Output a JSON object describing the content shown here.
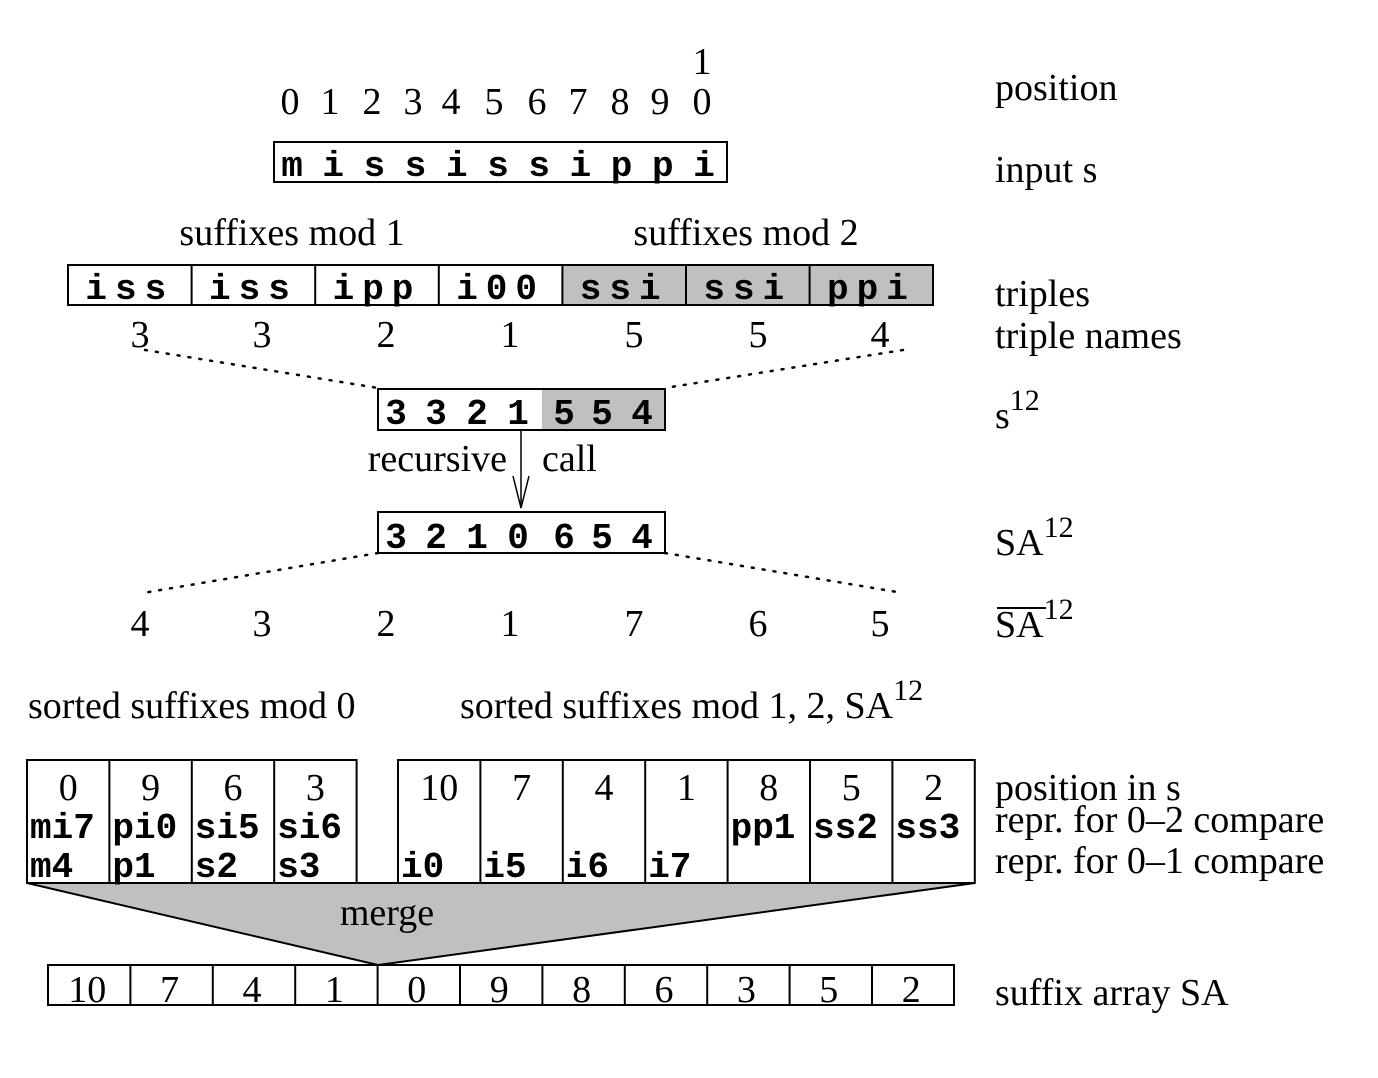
{
  "position": {
    "digits": [
      "0",
      "1",
      "2",
      "3",
      "4",
      "5",
      "6",
      "7",
      "8",
      "9",
      "0"
    ],
    "tens_digit": "1",
    "label": "position"
  },
  "input": {
    "chars": [
      "m",
      "i",
      "s",
      "s",
      "i",
      "s",
      "s",
      "i",
      "p",
      "p",
      "i"
    ],
    "label": "input s"
  },
  "suffix_headers": {
    "mod1": "suffixes mod 1",
    "mod2": "suffixes mod 2"
  },
  "triples": {
    "items": [
      "iss",
      "iss",
      "ipp",
      "i00",
      "ssi",
      "ssi",
      "ppi"
    ],
    "names": [
      "3",
      "3",
      "2",
      "1",
      "5",
      "5",
      "4"
    ],
    "label": "triples",
    "names_label": "triple names"
  },
  "s12": {
    "digits": [
      "3",
      "3",
      "2",
      "1",
      "5",
      "5",
      "4"
    ],
    "label": "s",
    "label_sup": "12"
  },
  "recursion": {
    "left": "recursive",
    "right": "call"
  },
  "sa12": {
    "digits": [
      "3",
      "2",
      "1",
      "0",
      "6",
      "5",
      "4"
    ],
    "label": "SA",
    "label_sup": "12"
  },
  "sa12_bar": {
    "values": [
      "4",
      "3",
      "2",
      "1",
      "7",
      "6",
      "5"
    ],
    "label": "SA",
    "label_sup": "12"
  },
  "sorted_headers": {
    "mod0": "sorted suffixes mod 0",
    "mod12": "sorted suffixes mod 1, 2, SA",
    "mod12_sup": "12"
  },
  "sorted_mod0": [
    {
      "pos": "0",
      "r02": "mi7",
      "r01": "m4"
    },
    {
      "pos": "9",
      "r02": "pi0",
      "r01": "p1"
    },
    {
      "pos": "6",
      "r02": "si5",
      "r01": "s2"
    },
    {
      "pos": "3",
      "r02": "si6",
      "r01": "s3"
    }
  ],
  "sorted_mod12": [
    {
      "pos": "10",
      "r02": "",
      "r01": "i0"
    },
    {
      "pos": "7",
      "r02": "",
      "r01": "i5"
    },
    {
      "pos": "4",
      "r02": "",
      "r01": "i6"
    },
    {
      "pos": "1",
      "r02": "",
      "r01": "i7"
    },
    {
      "pos": "8",
      "r02": "pp1",
      "r01": ""
    },
    {
      "pos": "5",
      "r02": "ss2",
      "r01": ""
    },
    {
      "pos": "2",
      "r02": "ss3",
      "r01": ""
    }
  ],
  "row_labels": {
    "pos_in_s": "position in s",
    "repr02": "repr. for 0–2 compare",
    "repr01": "repr. for 0–1 compare"
  },
  "merge_label": "merge",
  "suffix_array": {
    "values": [
      "10",
      "7",
      "4",
      "1",
      "0",
      "9",
      "8",
      "6",
      "3",
      "5",
      "2"
    ],
    "label": "suffix array SA"
  },
  "colors": {
    "shade": "#c0c0c0"
  }
}
